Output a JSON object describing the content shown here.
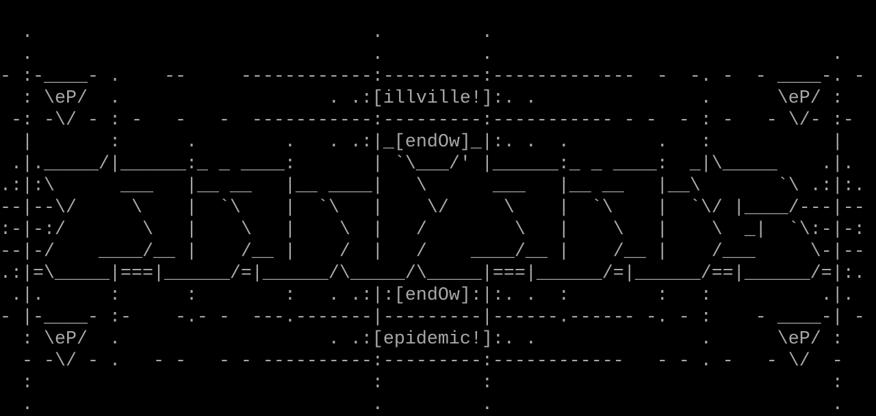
{
  "colors": {
    "background": "#000000",
    "foreground": "#a8a8a8"
  },
  "titles": [
    "[illville!]",
    "[endOw]",
    "[epidemic!]"
  ],
  "rows": [
    "  .                               .         .",
    "  .                               .         .                               .",
    "- :-____- .    --     ------------:---------:-------------  -  -. -  - ____-. -",
    "  : \\eP/  .                   . .:[illville!]:. .               .      \\eP/ :",
    " -: -\\/ - : -   -   -  -----------:---------:----------- - -  - : -   - \\/- :-",
    "  |       :      .        .   . .:|_[endOw]_|:. .  .        .   :           |",
    " .|._____/|______:_ _ ____:       | `\\___/' |______:_ _ ____:  _|\\_____    .|.",
    ".:|:\\      ___   |__ __   |__ ____|   \\      ___   |__ __   |__\\       `\\ .:|:.",
    "--|--\\/     \\    |  `\\    |  `\\   |    \\/     \\    |  `\\    |  `\\/ |____/---|--",
    ":-|-:/       \\   |    \\   |    \\  |   /        \\   |    \\   |    \\  _|  `\\:-|-:",
    "--|-/    ____/__ |    /__ |    /  |   /    ____/__ |    /__ |    /___     \\-|--",
    ".:|=\\_____|===|______/=|______/\\_____/\\_____|===|______/=|______/==|______/=|:.",
    " .|.      :      :        :   . .:|:[endOw]:|:. .  :        :   :          .|.",
    "- |-____- :-    -.- -  ---.-------|---------|------.------ -. - :    - ____-| -",
    "  : \\eP/  .                   . .:[epidemic!]:. .               .      \\eP/ :",
    "  - -\\/ - .   - -   - - ----------:---------:------------   - - . -   - \\/  -",
    "  :                               :         :                               :",
    "  .                               .         .                               ."
  ]
}
